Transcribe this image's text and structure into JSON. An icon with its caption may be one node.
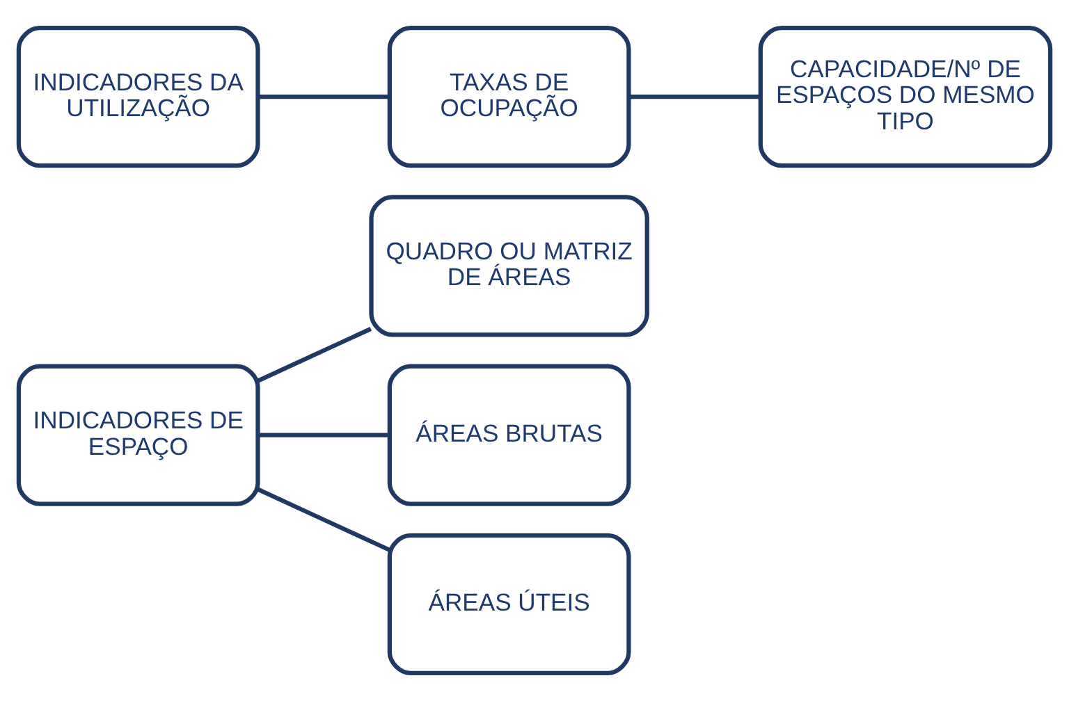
{
  "diagram": {
    "nodes": [
      {
        "text": [
          "INDICADORES DE ESPAÇO"
        ]
      },
      {
        "text": [
          "QUADRO OU MATRIZ DE ÁREAS"
        ]
      },
      {
        "text": [
          "ÁREAS BRUTAS"
        ]
      },
      {
        "text": [
          "ÁREAS ÚTEIS"
        ]
      },
      {
        "text": [
          "INDICADORES DA UTILIZAÇÃO"
        ]
      },
      {
        "text": [
          "TAXAS DE OCUPAÇÃO"
        ]
      },
      {
        "text": [
          "CAPACIDADE/Nº DE ESPAÇOS DO MESMO TIPO"
        ]
      }
    ],
    "edges": [
      {
        "from": 0,
        "to": 1,
        "arrow": "none"
      },
      {
        "from": 0,
        "to": 2,
        "arrow": "none"
      },
      {
        "from": 0,
        "to": 3,
        "arrow": "none"
      },
      {
        "from": 4,
        "to": 5,
        "arrow": "none"
      },
      {
        "from": 5,
        "to": 6,
        "arrow": "none"
      }
    ]
  }
}
